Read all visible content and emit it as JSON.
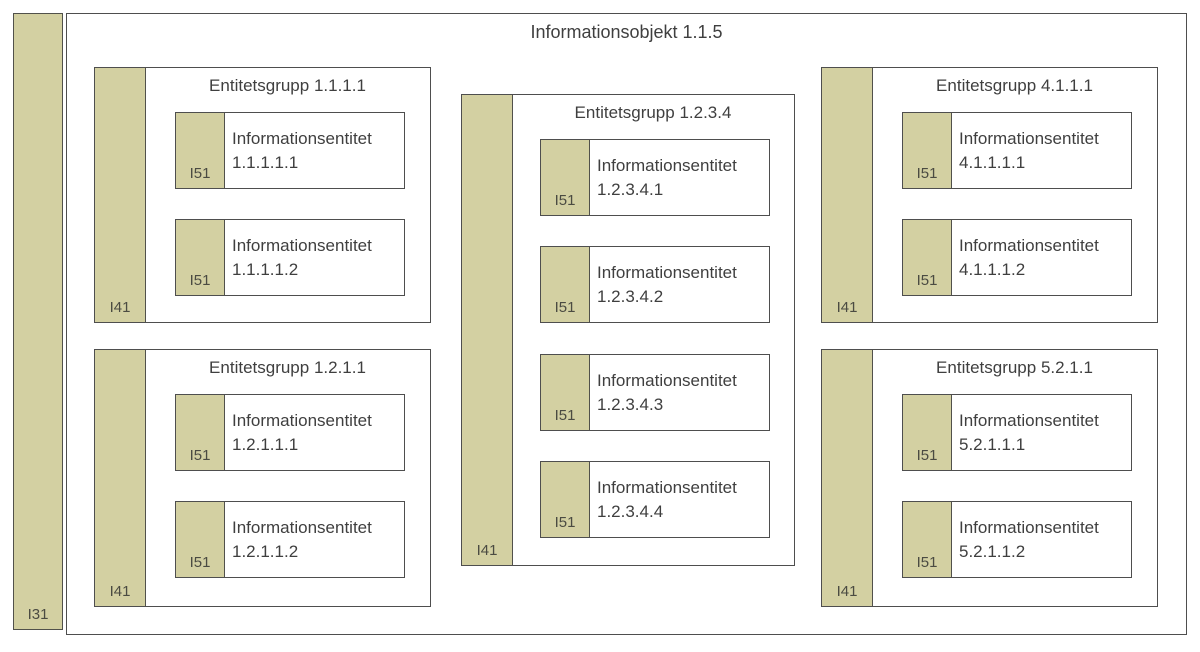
{
  "colors": {
    "bar_fill": "#d3d0a2",
    "border": "#4e4e4e",
    "text": "#3f3f3f",
    "background": "#ffffff"
  },
  "root_label": "I31",
  "container_title": "Informationsobjekt 1.1.5",
  "groups": [
    {
      "id_label": "I41",
      "title": "Entitetsgrupp 1.1.1.1",
      "entities": [
        {
          "id_label": "I51",
          "name": "Informationsentitet",
          "number": "1.1.1.1.1"
        },
        {
          "id_label": "I51",
          "name": "Informationsentitet",
          "number": "1.1.1.1.2"
        }
      ]
    },
    {
      "id_label": "I41",
      "title": "Entitetsgrupp 1.2.1.1",
      "entities": [
        {
          "id_label": "I51",
          "name": "Informationsentitet",
          "number": "1.2.1.1.1"
        },
        {
          "id_label": "I51",
          "name": "Informationsentitet",
          "number": "1.2.1.1.2"
        }
      ]
    },
    {
      "id_label": "I41",
      "title": "Entitetsgrupp 1.2.3.4",
      "entities": [
        {
          "id_label": "I51",
          "name": "Informationsentitet",
          "number": "1.2.3.4.1"
        },
        {
          "id_label": "I51",
          "name": "Informationsentitet",
          "number": "1.2.3.4.2"
        },
        {
          "id_label": "I51",
          "name": "Informationsentitet",
          "number": "1.2.3.4.3"
        },
        {
          "id_label": "I51",
          "name": "Informationsentitet",
          "number": "1.2.3.4.4"
        }
      ]
    },
    {
      "id_label": "I41",
      "title": "Entitetsgrupp 4.1.1.1",
      "entities": [
        {
          "id_label": "I51",
          "name": "Informationsentitet",
          "number": "4.1.1.1.1"
        },
        {
          "id_label": "I51",
          "name": "Informationsentitet",
          "number": "4.1.1.1.2"
        }
      ]
    },
    {
      "id_label": "I41",
      "title": "Entitetsgrupp 5.2.1.1",
      "entities": [
        {
          "id_label": "I51",
          "name": "Informationsentitet",
          "number": "5.2.1.1.1"
        },
        {
          "id_label": "I51",
          "name": "Informationsentitet",
          "number": "5.2.1.1.2"
        }
      ]
    }
  ]
}
